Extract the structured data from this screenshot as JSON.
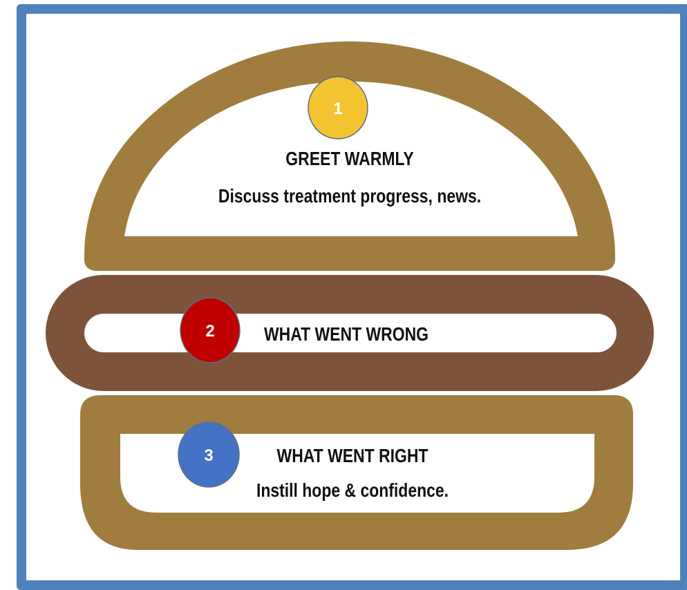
{
  "steps": [
    {
      "number": "1",
      "title": "GREET WARMLY",
      "subtitle": "Discuss treatment progress, news.",
      "circle_color": "#f4c430"
    },
    {
      "number": "2",
      "title": "WHAT WENT WRONG",
      "circle_color": "#c00000"
    },
    {
      "number": "3",
      "title": "WHAT WENT RIGHT",
      "subtitle": "Instill hope & confidence.",
      "circle_color": "#4472c4"
    }
  ],
  "colors": {
    "frame_border": "#4f81bd",
    "bun": "#a07d3e",
    "patty": "#7d5339"
  }
}
